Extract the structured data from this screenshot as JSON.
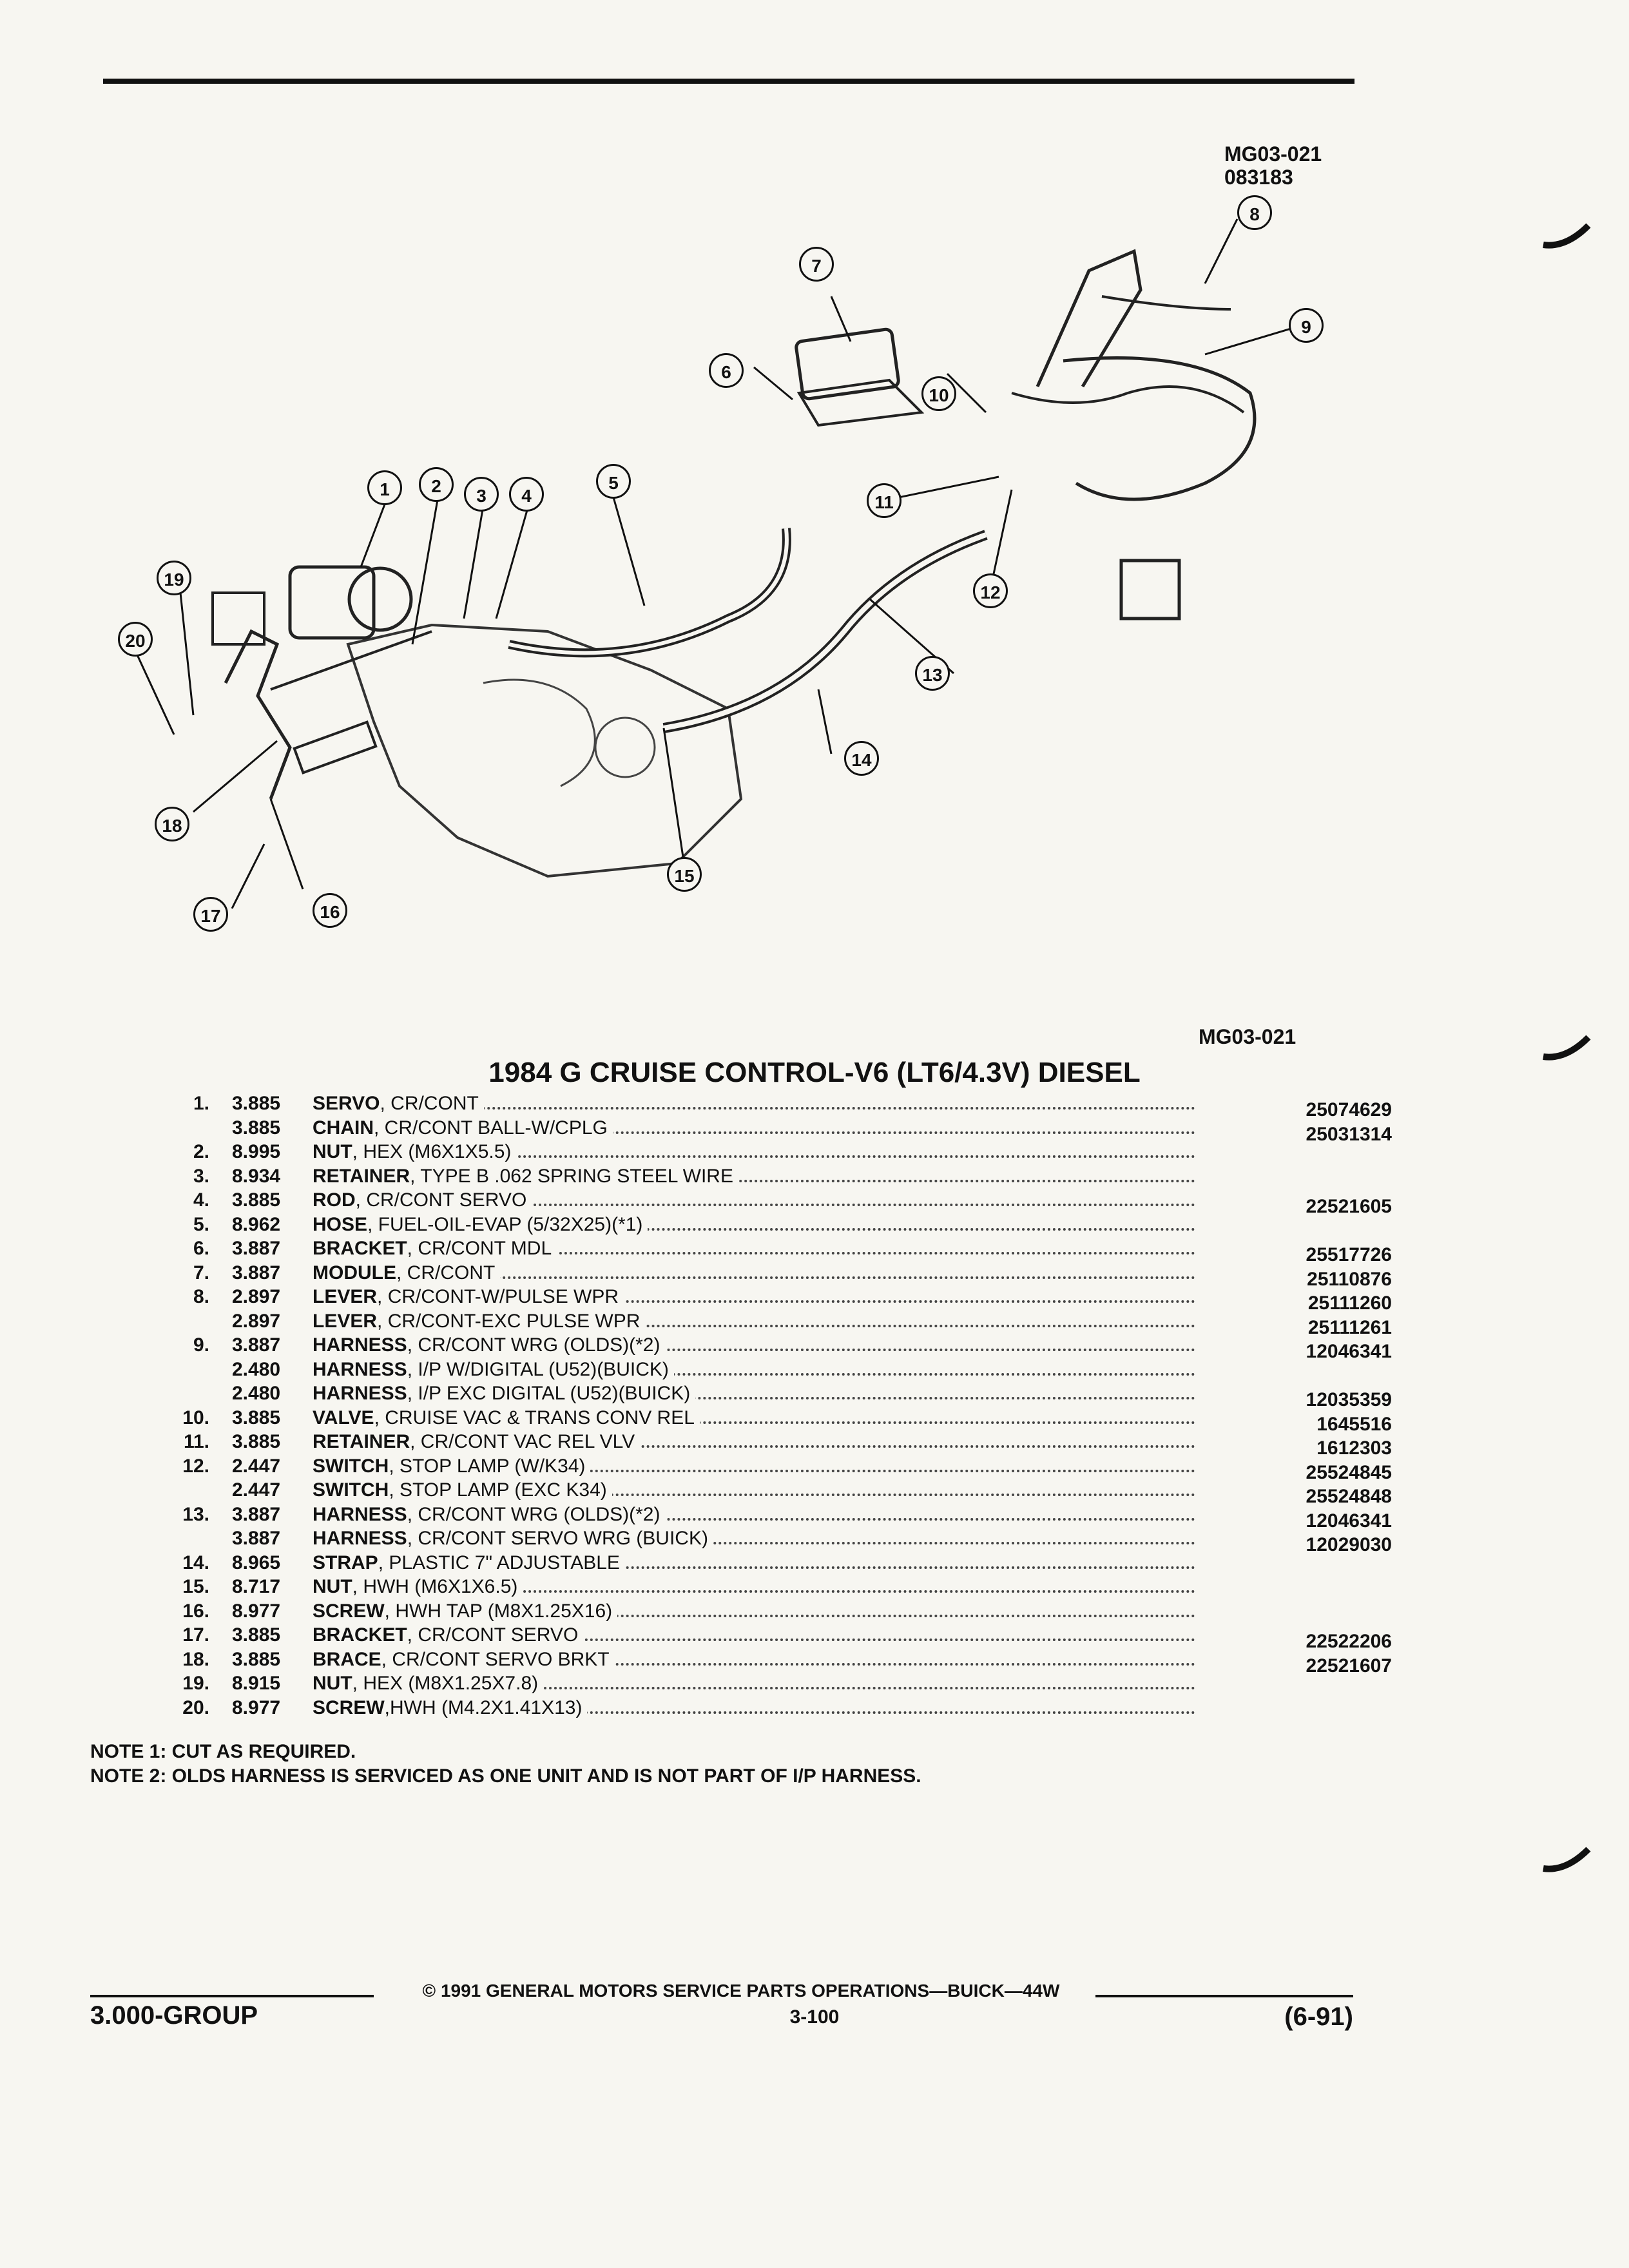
{
  "figure": {
    "code_top": "MG03-021",
    "date_code": "083183",
    "code_bottom": "MG03-021",
    "callouts": [
      "1",
      "2",
      "3",
      "4",
      "5",
      "6",
      "7",
      "8",
      "9",
      "10",
      "11",
      "12",
      "13",
      "14",
      "15",
      "16",
      "17",
      "18",
      "19",
      "20"
    ]
  },
  "title": "1984 G CRUISE CONTROL-V6 (LT6/4.3V) DIESEL",
  "parts": [
    {
      "num": "1.",
      "group": "3.885",
      "name": "SERVO",
      "desc": ", CR/CONT",
      "pn": "25074629"
    },
    {
      "num": "",
      "group": "3.885",
      "name": "CHAIN",
      "desc": ", CR/CONT BALL-W/CPLG",
      "pn": "25031314"
    },
    {
      "num": "2.",
      "group": "8.995",
      "name": "NUT",
      "desc": ", HEX (M6X1X5.5)",
      "pn": ""
    },
    {
      "num": "3.",
      "group": "8.934",
      "name": "RETAINER",
      "desc": ", TYPE B .062 SPRING STEEL WIRE",
      "pn": ""
    },
    {
      "num": "4.",
      "group": "3.885",
      "name": "ROD",
      "desc": ", CR/CONT SERVO",
      "pn": "22521605"
    },
    {
      "num": "5.",
      "group": "8.962",
      "name": "HOSE",
      "desc": ", FUEL-OIL-EVAP (5/32X25)(*1)",
      "pn": ""
    },
    {
      "num": "6.",
      "group": "3.887",
      "name": "BRACKET",
      "desc": ", CR/CONT MDL",
      "pn": "25517726"
    },
    {
      "num": "7.",
      "group": "3.887",
      "name": "MODULE",
      "desc": ", CR/CONT",
      "pn": "25110876"
    },
    {
      "num": "8.",
      "group": "2.897",
      "name": "LEVER",
      "desc": ", CR/CONT-W/PULSE WPR",
      "pn": "25111260"
    },
    {
      "num": "",
      "group": "2.897",
      "name": "LEVER",
      "desc": ", CR/CONT-EXC PULSE WPR",
      "pn": "25111261"
    },
    {
      "num": "9.",
      "group": "3.887",
      "name": "HARNESS",
      "desc": ", CR/CONT WRG (OLDS)(*2)",
      "pn": "12046341"
    },
    {
      "num": "",
      "group": "2.480",
      "name": "HARNESS",
      "desc": ", I/P W/DIGITAL (U52)(BUICK)",
      "pn": ""
    },
    {
      "num": "",
      "group": "2.480",
      "name": "HARNESS",
      "desc": ", I/P EXC DIGITAL (U52)(BUICK)",
      "pn": "12035359"
    },
    {
      "num": "10.",
      "group": "3.885",
      "name": "VALVE",
      "desc": ", CRUISE VAC & TRANS CONV REL",
      "pn": "1645516"
    },
    {
      "num": "11.",
      "group": "3.885",
      "name": "RETAINER",
      "desc": ", CR/CONT VAC REL VLV",
      "pn": "1612303"
    },
    {
      "num": "12.",
      "group": "2.447",
      "name": "SWITCH",
      "desc": ", STOP LAMP (W/K34)",
      "pn": "25524845"
    },
    {
      "num": "",
      "group": "2.447",
      "name": "SWITCH",
      "desc": ", STOP LAMP (EXC K34)",
      "pn": "25524848"
    },
    {
      "num": "13.",
      "group": "3.887",
      "name": "HARNESS",
      "desc": ", CR/CONT WRG (OLDS)(*2)",
      "pn": "12046341"
    },
    {
      "num": "",
      "group": "3.887",
      "name": "HARNESS",
      "desc": ", CR/CONT SERVO WRG (BUICK)",
      "pn": "12029030"
    },
    {
      "num": "14.",
      "group": "8.965",
      "name": "STRAP",
      "desc": ", PLASTIC 7\" ADJUSTABLE",
      "pn": ""
    },
    {
      "num": "15.",
      "group": "8.717",
      "name": "NUT",
      "desc": ", HWH (M6X1X6.5)",
      "pn": ""
    },
    {
      "num": "16.",
      "group": "8.977",
      "name": "SCREW",
      "desc": ", HWH TAP (M8X1.25X16)",
      "pn": ""
    },
    {
      "num": "17.",
      "group": "3.885",
      "name": "BRACKET",
      "desc": ", CR/CONT SERVO",
      "pn": "22522206"
    },
    {
      "num": "18.",
      "group": "3.885",
      "name": "BRACE",
      "desc": ", CR/CONT SERVO BRKT",
      "pn": "22521607"
    },
    {
      "num": "19.",
      "group": "8.915",
      "name": "NUT",
      "desc": ", HEX (M8X1.25X7.8)",
      "pn": ""
    },
    {
      "num": "20.",
      "group": "8.977",
      "name": "SCREW",
      "desc": ",HWH (M4.2X1.41X13)",
      "pn": ""
    }
  ],
  "notes": [
    "NOTE  1:  CUT AS REQUIRED.",
    "NOTE  2:  OLDS HARNESS IS SERVICED AS ONE UNIT AND IS NOT PART OF I/P HARNESS."
  ],
  "footer": {
    "copyright": "© 1991 GENERAL MOTORS SERVICE PARTS OPERATIONS—BUICK—44W",
    "group": "3.000-GROUP",
    "page": "3-100",
    "date": "(6-91)"
  }
}
